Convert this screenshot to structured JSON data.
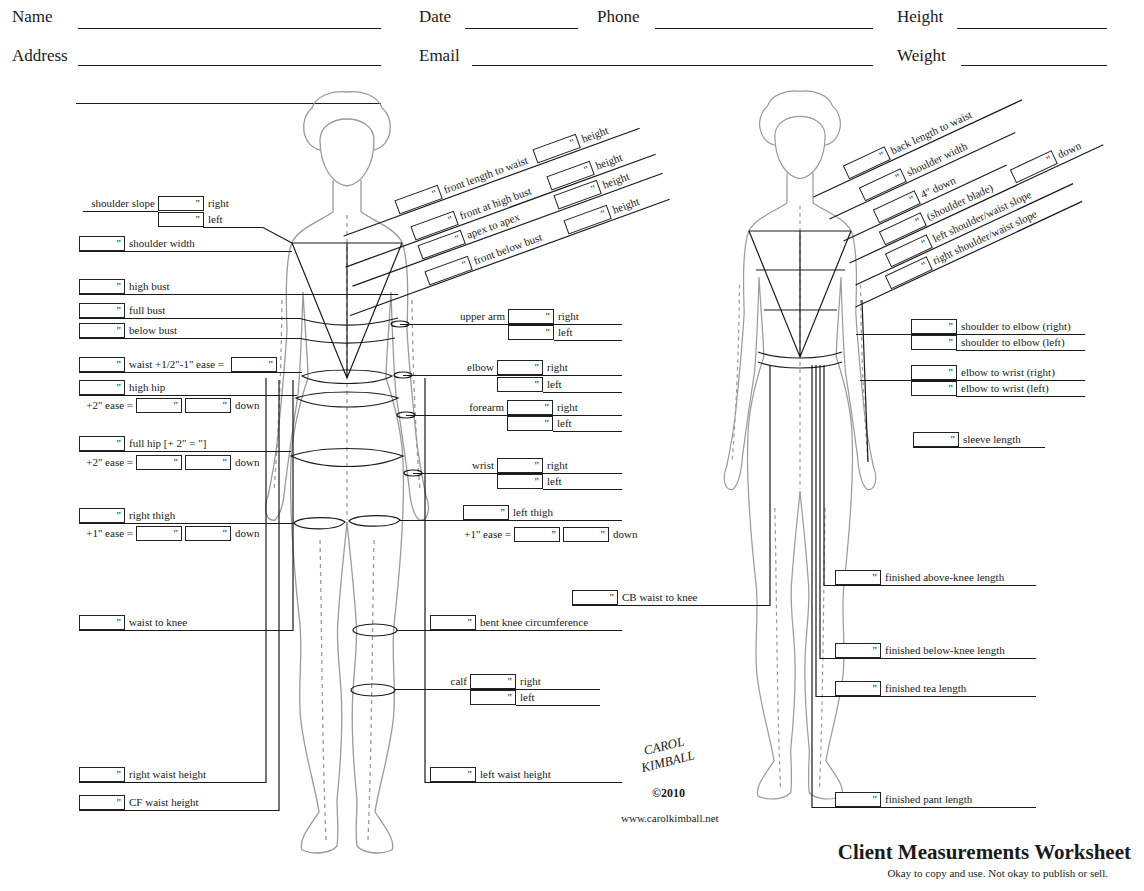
{
  "diagram": {
    "title": "Client Measurements Worksheet",
    "caption": "Okay to copy and use. Not okay to publish or sell.",
    "nodes": [
      {
        "text": [
          "\"",
          "right"
        ]
      },
      {
        "text": [
          "\"",
          "left"
        ]
      },
      {
        "text": [
          "\"",
          "shoulder width"
        ]
      },
      {
        "text": [
          "\"",
          "high bust"
        ]
      },
      {
        "text": [
          "\"",
          "full bust"
        ]
      },
      {
        "text": [
          "\"",
          "below bust"
        ]
      },
      {
        "text": [
          "\"",
          "waist +1/2\"-1\" ease ="
        ]
      },
      {
        "text": [
          "\""
        ]
      },
      {
        "text": [
          "\"",
          "high hip"
        ]
      },
      {
        "text": [
          "\""
        ]
      },
      {
        "text": [
          "\"",
          "down"
        ]
      },
      {
        "text": [
          "\"",
          "full hip [+ 2\" = \"]"
        ]
      },
      {
        "text": [
          "\""
        ]
      },
      {
        "text": [
          "\"",
          "down"
        ]
      },
      {
        "text": [
          "\"",
          "right thigh"
        ]
      },
      {
        "text": [
          "\""
        ]
      },
      {
        "text": [
          "\"",
          "down"
        ]
      },
      {
        "text": [
          "\"",
          "waist to knee"
        ]
      },
      {
        "text": [
          "\"",
          "right waist height"
        ]
      },
      {
        "text": [
          "\"",
          "CF waist height"
        ]
      },
      {
        "text": [
          "\"",
          "front length to waist"
        ]
      },
      {
        "text": [
          "\"",
          "height"
        ]
      },
      {
        "text": [
          "\"",
          "front at high bust"
        ]
      },
      {
        "text": [
          "\"",
          "height"
        ]
      },
      {
        "text": [
          "\"",
          "apex to apex"
        ]
      },
      {
        "text": [
          "\"",
          "height"
        ]
      },
      {
        "text": [
          "\"",
          "front below bust"
        ]
      },
      {
        "text": [
          "\"",
          "height"
        ]
      },
      {
        "text": [
          "\"",
          "right"
        ]
      },
      {
        "text": [
          "\"",
          "left"
        ]
      },
      {
        "text": [
          "\"",
          "right"
        ]
      },
      {
        "text": [
          "\"",
          "left"
        ]
      },
      {
        "text": [
          "\"",
          "right"
        ]
      },
      {
        "text": [
          "\"",
          "left"
        ]
      },
      {
        "text": [
          "\"",
          "right"
        ]
      },
      {
        "text": [
          "\"",
          "left"
        ]
      },
      {
        "text": [
          "\"",
          "left thigh"
        ]
      },
      {
        "text": [
          "\""
        ]
      },
      {
        "text": [
          "\"",
          "down"
        ]
      },
      {
        "text": [
          "\"",
          "bent knee circumference"
        ]
      },
      {
        "text": [
          "\"",
          "right"
        ]
      },
      {
        "text": [
          "\"",
          "left"
        ]
      },
      {
        "text": [
          "\"",
          "left waist height"
        ]
      },
      {
        "text": [
          "\"",
          "CB waist to knee"
        ]
      },
      {
        "text": [
          "\"",
          "back length to waist"
        ]
      },
      {
        "text": [
          "\"",
          "shoulder width"
        ]
      },
      {
        "text": [
          "\"",
          "4\" down"
        ]
      },
      {
        "text": [
          "\"",
          "(shoulder blade)"
        ]
      },
      {
        "text": [
          "\"",
          "down"
        ]
      },
      {
        "text": [
          "\"",
          "left shoulder/waist slope"
        ]
      },
      {
        "text": [
          "\"",
          "right shoulder/waist slope"
        ]
      },
      {
        "text": [
          "\"",
          "shoulder to elbow (right)"
        ]
      },
      {
        "text": [
          "\"",
          "shoulder to elbow (left)"
        ]
      },
      {
        "text": [
          "\"",
          "elbow to wrist (right)"
        ]
      },
      {
        "text": [
          "\"",
          "elbow to wrist (left)"
        ]
      },
      {
        "text": [
          "\"",
          "sleeve length"
        ]
      },
      {
        "text": [
          "\"",
          "finished above-knee length"
        ]
      },
      {
        "text": [
          "\"",
          "finished below-knee length"
        ]
      },
      {
        "text": [
          "\"",
          "finished tea length"
        ]
      },
      {
        "text": [
          "\"",
          "finished pant length"
        ]
      }
    ],
    "labels": [
      "Name",
      "Date",
      "Phone",
      "Height",
      "Address",
      "Email",
      "Weight",
      "shoulder slope",
      "+2\" ease =",
      "+2\" ease =",
      "+1\" ease =",
      "upper arm",
      "elbow",
      "forearm",
      "wrist",
      "+1\" ease =",
      "calf",
      "CAROL KIMBALL",
      "©2010",
      "www.carolkimball.net"
    ]
  }
}
